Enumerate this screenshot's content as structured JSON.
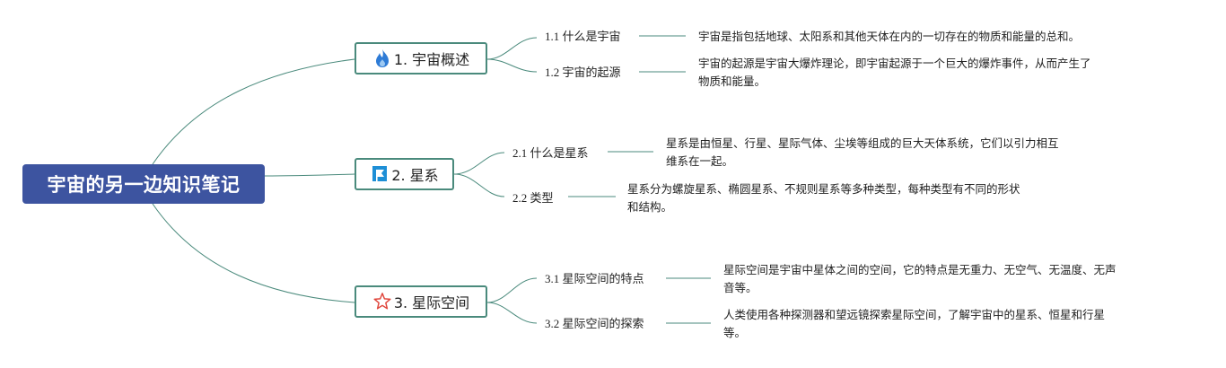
{
  "root": {
    "title": "宇宙的另一边知识笔记"
  },
  "topics": [
    {
      "label": "1. 宇宙概述",
      "icon": "flame-icon",
      "icon_color": "#2e7bd6",
      "children": [
        {
          "label": "1.1 什么是宇宙",
          "note": [
            "宇宙是指包括地球、太阳系和其他天体在内的一切存在的物质和能量的总和。"
          ]
        },
        {
          "label": "1.2 宇宙的起源",
          "note": [
            "宇宙的起源是宇宙大爆炸理论，即宇宙起源于一个巨大的爆炸事件，从而产生了",
            "物质和能量。"
          ]
        }
      ]
    },
    {
      "label": "2. 星系",
      "icon": "flag-icon",
      "icon_color": "#1e8fd6",
      "children": [
        {
          "label": "2.1 什么是星系",
          "note": [
            "星系是由恒星、行星、星际气体、尘埃等组成的巨大天体系统，它们以引力相互",
            "维系在一起。"
          ]
        },
        {
          "label": "2.2 类型",
          "note": [
            "星系分为螺旋星系、椭圆星系、不规则星系等多种类型，每种类型有不同的形状",
            "和结构。"
          ]
        }
      ]
    },
    {
      "label": "3. 星际空间",
      "icon": "star-outline-icon",
      "icon_color": "#e0463c",
      "children": [
        {
          "label": "3.1 星际空间的特点",
          "note": [
            "星际空间是宇宙中星体之间的空间，它的特点是无重力、无空气、无温度、无声",
            "音等。"
          ]
        },
        {
          "label": "3.2 星际空间的探索",
          "note": [
            "人类使用各种探测器和望远镜探索星际空间，了解宇宙中的星系、恒星和行星",
            "等。"
          ]
        }
      ]
    }
  ],
  "colors": {
    "root_bg": "#3d54a0",
    "line": "#4a8a7c"
  }
}
